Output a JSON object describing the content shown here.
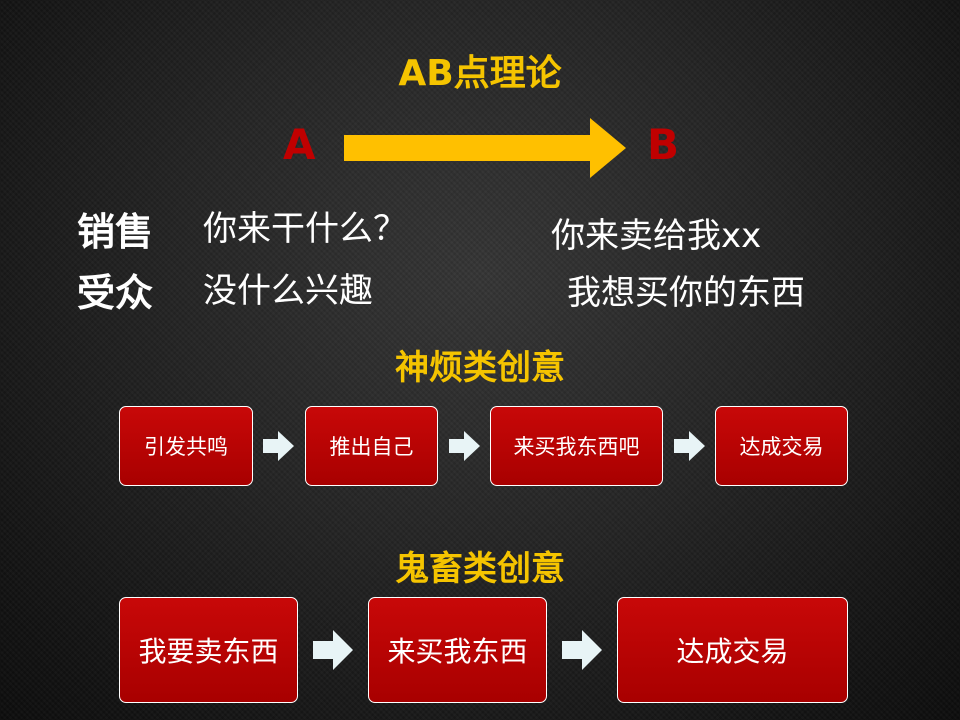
{
  "title": "AB点理论",
  "ab": {
    "a": "A",
    "b": "B"
  },
  "rows": [
    {
      "label": "销售",
      "a": "你来干什么？",
      "b": "你来卖给我xx"
    },
    {
      "label": "受众",
      "a": "没什么兴趣",
      "b": "我想买你的东西"
    }
  ],
  "section1": {
    "title": "神烦类创意",
    "steps": [
      "引发共鸣",
      "推出自己",
      "来买我东西吧",
      "达成交易"
    ]
  },
  "section2": {
    "title": "鬼畜类创意",
    "steps": [
      "我要卖东西",
      "来买我东西",
      "达成交易"
    ]
  },
  "colors": {
    "title": "#f5c400",
    "letters": "#c00000",
    "box": "#c00000",
    "main_arrow": "#ffc000",
    "step_arrow": "#e8f4f6"
  },
  "icons": {
    "main_arrow": "right-arrow-icon",
    "step_arrow": "chevron-right-arrow-icon"
  }
}
